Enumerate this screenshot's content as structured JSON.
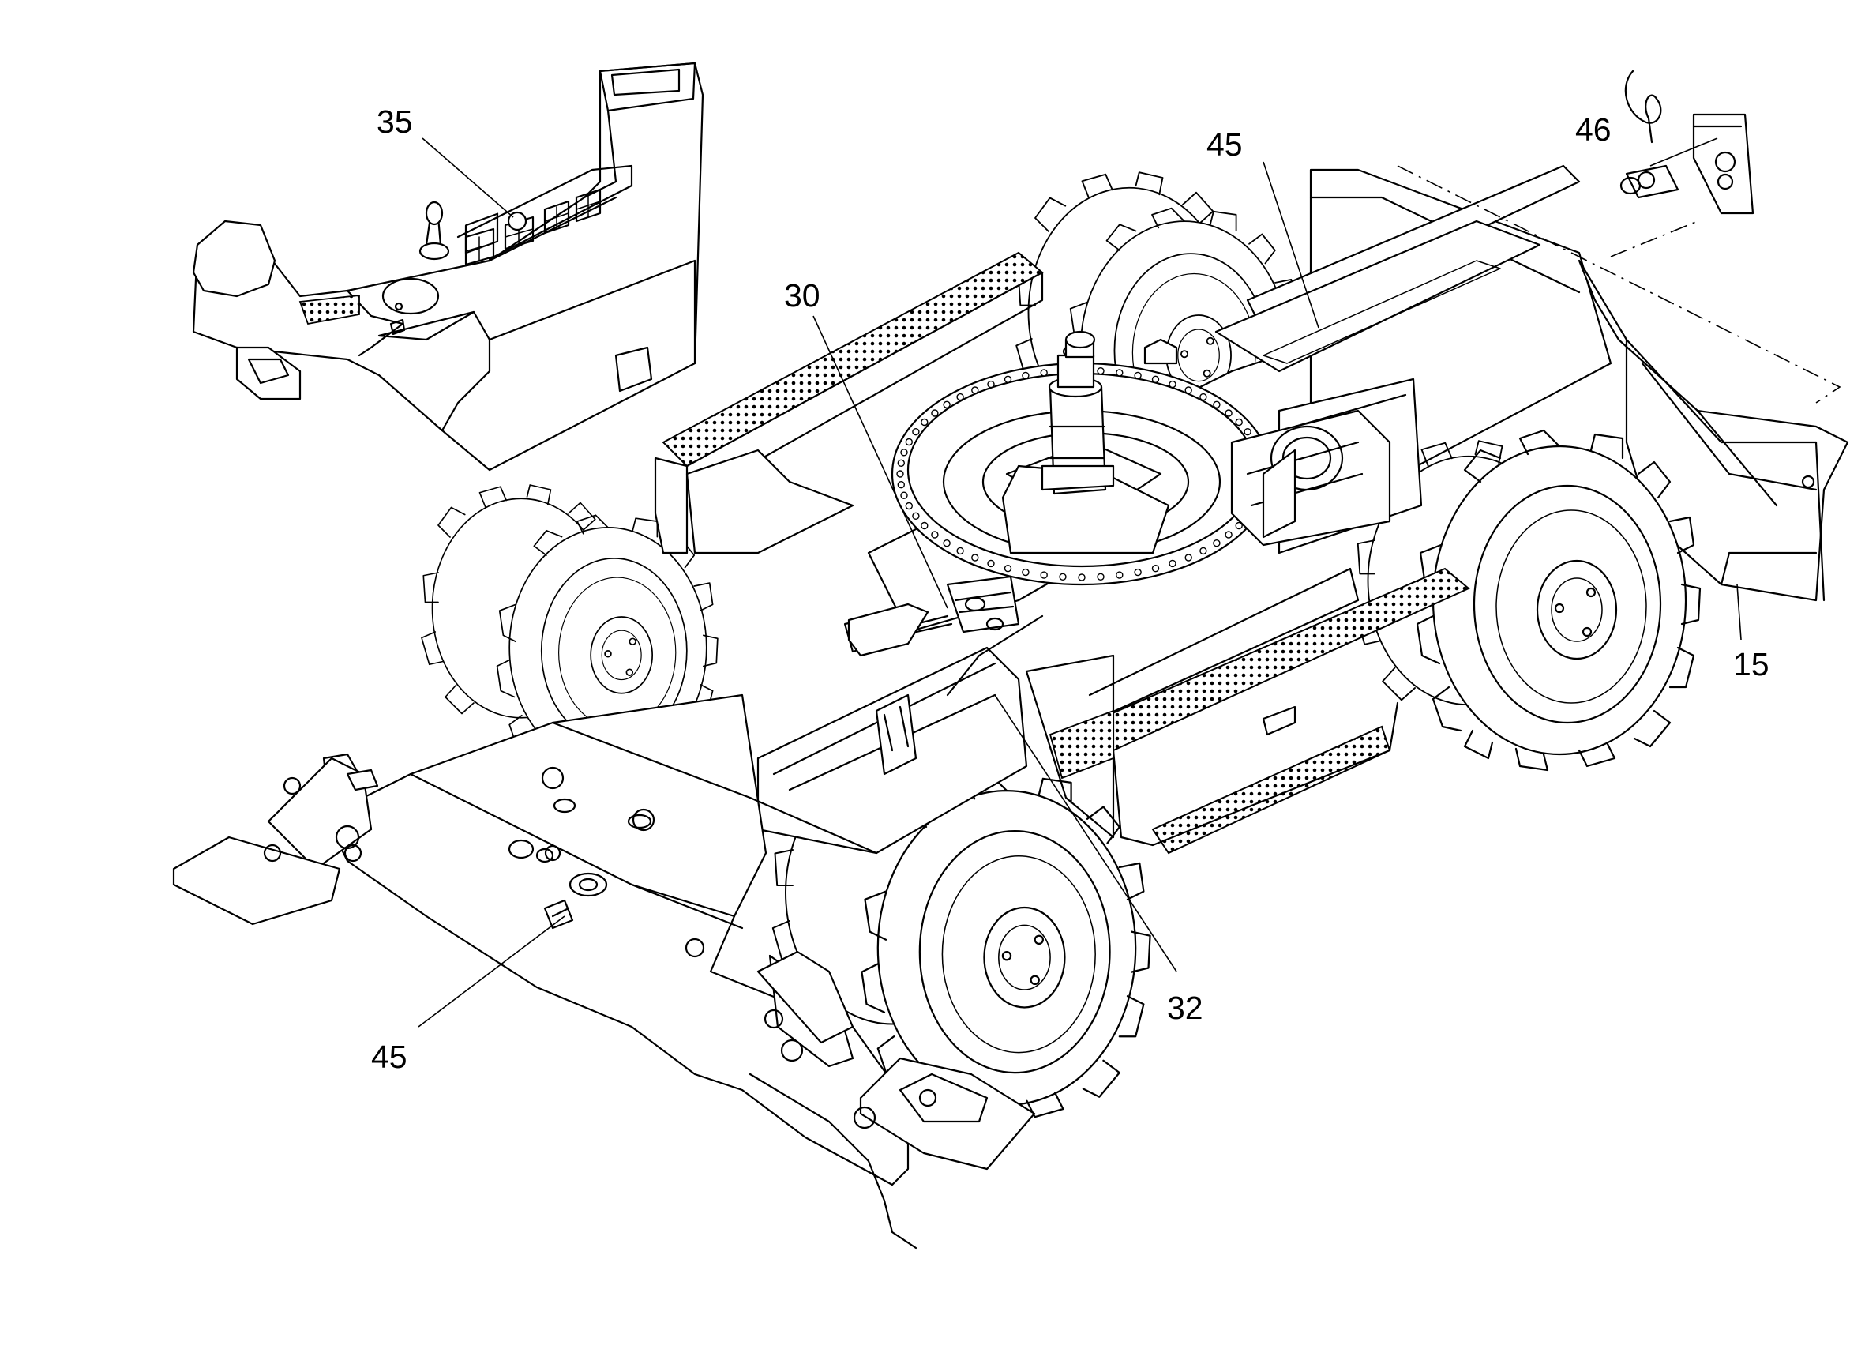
{
  "diagram": {
    "type": "exploded parts illustration",
    "callouts": [
      {
        "id": "c35",
        "label": "35"
      },
      {
        "id": "c45a",
        "label": "45"
      },
      {
        "id": "c46",
        "label": "46"
      },
      {
        "id": "c30",
        "label": "30"
      },
      {
        "id": "c15",
        "label": "15"
      },
      {
        "id": "c32",
        "label": "32"
      },
      {
        "id": "c45b",
        "label": "45"
      }
    ]
  }
}
